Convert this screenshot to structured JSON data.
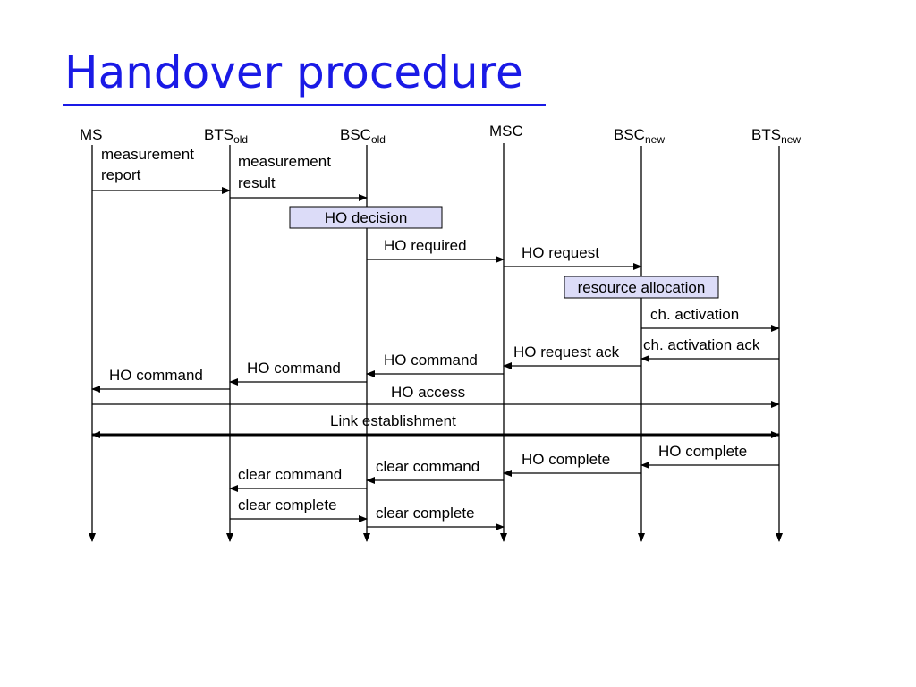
{
  "title": "Handover procedure",
  "entities": [
    {
      "id": "ms",
      "name": "MS",
      "sub": ""
    },
    {
      "id": "btsold",
      "name": "BTS",
      "sub": "old"
    },
    {
      "id": "bscold",
      "name": "BSC",
      "sub": "old"
    },
    {
      "id": "msc",
      "name": "MSC",
      "sub": ""
    },
    {
      "id": "bscnew",
      "name": "BSC",
      "sub": "new"
    },
    {
      "id": "btsnew",
      "name": "BTS",
      "sub": "new"
    }
  ],
  "process_boxes": [
    {
      "id": "ho-decision-box",
      "text": "HO decision",
      "at": "bscold"
    },
    {
      "id": "resource-allocation-box",
      "text": "resource allocation",
      "at": "bscnew"
    }
  ],
  "messages": [
    {
      "id": "measurement-report",
      "text": [
        "measurement",
        "report"
      ],
      "from": "ms",
      "to": "btsold"
    },
    {
      "id": "measurement-result",
      "text": [
        "measurement",
        "result"
      ],
      "from": "btsold",
      "to": "bscold"
    },
    {
      "id": "ho-required",
      "text": [
        "HO required"
      ],
      "from": "bscold",
      "to": "msc"
    },
    {
      "id": "ho-request",
      "text": [
        "HO request"
      ],
      "from": "msc",
      "to": "bscnew"
    },
    {
      "id": "ch-activation",
      "text": [
        "ch. activation"
      ],
      "from": "bscnew",
      "to": "btsnew"
    },
    {
      "id": "ch-activation-ack",
      "text": [
        "ch. activation ack"
      ],
      "from": "btsnew",
      "to": "bscnew"
    },
    {
      "id": "ho-request-ack",
      "text": [
        "HO request ack"
      ],
      "from": "bscnew",
      "to": "msc"
    },
    {
      "id": "ho-command-msc",
      "text": [
        "HO command"
      ],
      "from": "msc",
      "to": "bscold"
    },
    {
      "id": "ho-command-bsc",
      "text": [
        "HO command"
      ],
      "from": "bscold",
      "to": "btsold"
    },
    {
      "id": "ho-command-bts",
      "text": [
        "HO command"
      ],
      "from": "btsold",
      "to": "ms"
    },
    {
      "id": "ho-access",
      "text": [
        "HO access"
      ],
      "from": "ms",
      "to": "btsnew"
    },
    {
      "id": "link-establishment",
      "text": [
        "Link establishment"
      ],
      "from": "ms",
      "to": "btsnew",
      "bidirectional": true
    },
    {
      "id": "ho-complete-bts",
      "text": [
        "HO complete"
      ],
      "from": "btsnew",
      "to": "bscnew"
    },
    {
      "id": "ho-complete-bsc",
      "text": [
        "HO complete"
      ],
      "from": "bscnew",
      "to": "msc"
    },
    {
      "id": "clear-command-msc",
      "text": [
        "clear command"
      ],
      "from": "msc",
      "to": "bscold"
    },
    {
      "id": "clear-command-bsc",
      "text": [
        "clear command"
      ],
      "from": "bscold",
      "to": "btsold"
    },
    {
      "id": "clear-complete-bts",
      "text": [
        "clear complete"
      ],
      "from": "btsold",
      "to": "bscold"
    },
    {
      "id": "clear-complete-bsc",
      "text": [
        "clear complete"
      ],
      "from": "bscold",
      "to": "msc"
    }
  ]
}
